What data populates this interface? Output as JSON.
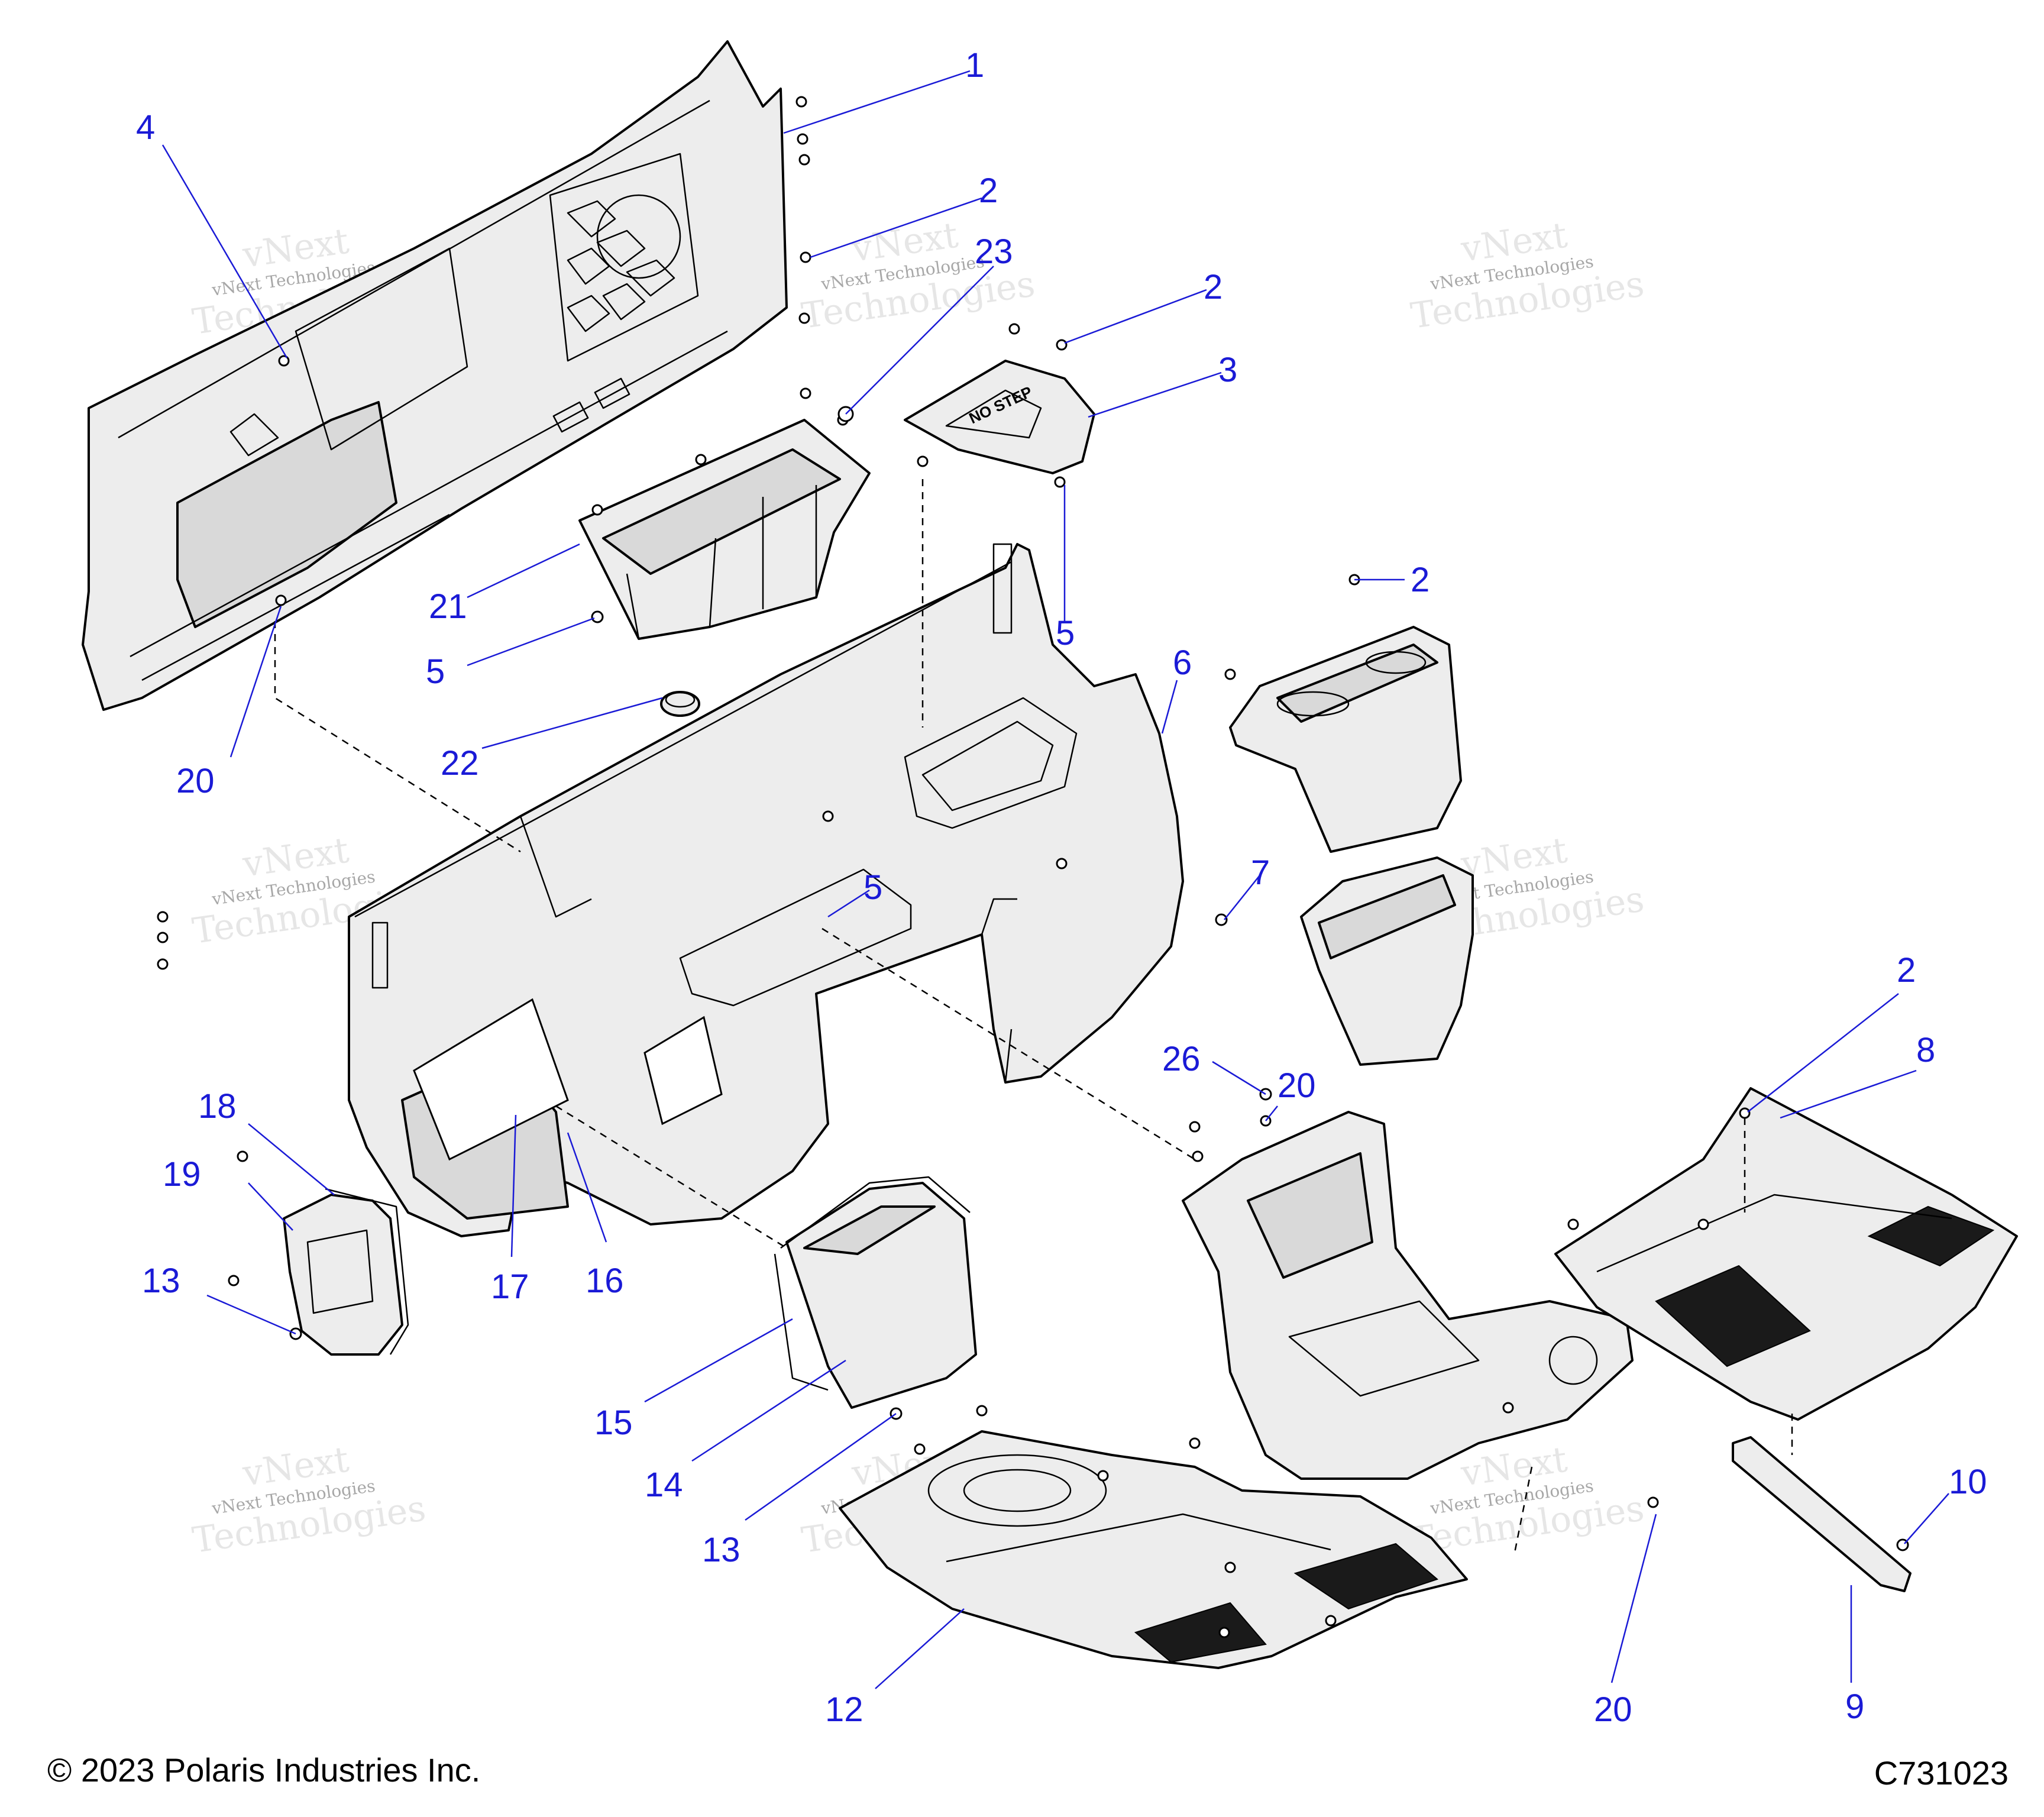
{
  "copyright": "© 2023 Polaris Industries Inc.",
  "drawing_id": "C731023",
  "watermark": {
    "line1": "vNext Technologies",
    "line2": "vNext",
    "line3": "Technologies"
  },
  "stamp_text": "NO STEP",
  "callouts": [
    {
      "label": "1"
    },
    {
      "label": "2"
    },
    {
      "label": "23"
    },
    {
      "label": "2"
    },
    {
      "label": "3"
    },
    {
      "label": "4"
    },
    {
      "label": "21"
    },
    {
      "label": "5"
    },
    {
      "label": "5"
    },
    {
      "label": "2"
    },
    {
      "label": "6"
    },
    {
      "label": "20"
    },
    {
      "label": "22"
    },
    {
      "label": "5"
    },
    {
      "label": "7"
    },
    {
      "label": "18"
    },
    {
      "label": "19"
    },
    {
      "label": "13"
    },
    {
      "label": "17"
    },
    {
      "label": "16"
    },
    {
      "label": "26"
    },
    {
      "label": "20"
    },
    {
      "label": "2"
    },
    {
      "label": "8"
    },
    {
      "label": "15"
    },
    {
      "label": "14"
    },
    {
      "label": "13"
    },
    {
      "label": "10"
    },
    {
      "label": "12"
    },
    {
      "label": "20"
    },
    {
      "label": "9"
    }
  ]
}
